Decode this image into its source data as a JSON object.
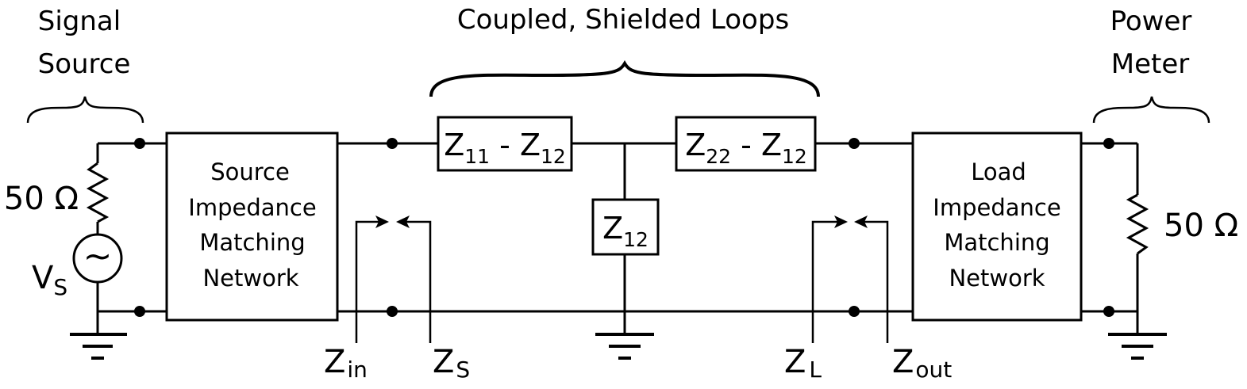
{
  "header": {
    "signal_source": [
      "Signal",
      "Source"
    ],
    "coupled_loops": "Coupled, Shielded Loops",
    "power_meter": [
      "Power",
      "Meter"
    ]
  },
  "source": {
    "resistance": "50 Ω",
    "voltage_main": "V",
    "voltage_sub": "S"
  },
  "source_network": [
    "Source",
    "Impedance",
    "Matching",
    "Network"
  ],
  "load_network": [
    "Load",
    "Impedance",
    "Matching",
    "Network"
  ],
  "load": {
    "resistance": "50 Ω"
  },
  "impedances": {
    "series_left": {
      "z1": "Z",
      "s1": "11",
      "dash": " - ",
      "z2": "Z",
      "s2": "12"
    },
    "series_right": {
      "z1": "Z",
      "s1": "22",
      "dash": " - ",
      "z2": "Z",
      "s2": "12"
    },
    "shunt": {
      "z": "Z",
      "s": "12"
    }
  },
  "ports": {
    "z_in": {
      "z": "Z",
      "s": "in"
    },
    "z_s": {
      "z": "Z",
      "s": "S"
    },
    "z_l": {
      "z": "Z",
      "s": "L"
    },
    "z_out": {
      "z": "Z",
      "s": "out"
    }
  },
  "symbols": {
    "ac_source": "~"
  }
}
